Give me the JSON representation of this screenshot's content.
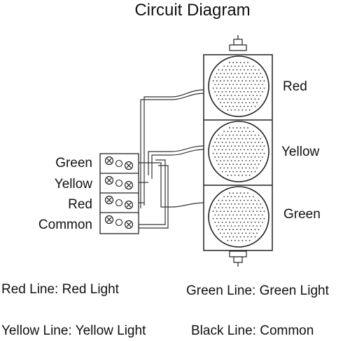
{
  "title": "Circuit Diagram",
  "lamps": [
    {
      "label": "Red"
    },
    {
      "label": "Yellow"
    },
    {
      "label": "Green"
    }
  ],
  "terminals": [
    {
      "label": "Green"
    },
    {
      "label": "Yellow"
    },
    {
      "label": "Red"
    },
    {
      "label": "Common"
    }
  ],
  "legend": [
    {
      "text": "Red Line: Red Light"
    },
    {
      "text": "Green Line: Green Light"
    },
    {
      "text": "Yellow Line: Yellow Light"
    },
    {
      "text": "Black Line: Common"
    }
  ]
}
